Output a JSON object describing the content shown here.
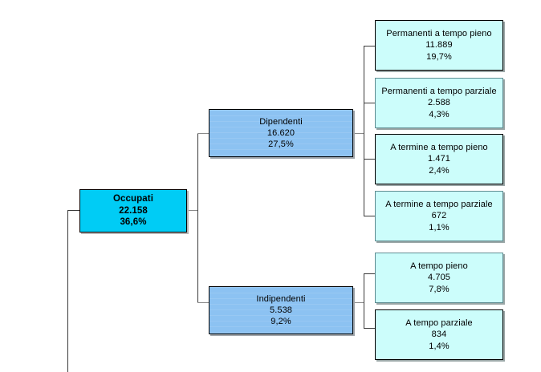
{
  "chart_data": {
    "type": "tree",
    "title": "",
    "orientation": "left-to-right",
    "unit_note": "",
    "nodes": [
      {
        "id": "occupati",
        "label": "Occupati",
        "value": "22.158",
        "percent": "36,6%",
        "level": 1,
        "color": "#00ccf5",
        "parent": null
      },
      {
        "id": "dipendenti",
        "label": "Dipendenti",
        "value": "16.620",
        "percent": "27,5%",
        "level": 2,
        "color": "#8cc2f2",
        "parent": "occupati"
      },
      {
        "id": "indipendenti",
        "label": "Indipendenti",
        "value": "5.538",
        "percent": "9,2%",
        "level": 2,
        "color": "#8cc2f2",
        "parent": "occupati"
      },
      {
        "id": "perm-pieno",
        "label": "Permanenti a tempo pieno",
        "value": "11.889",
        "percent": "19,7%",
        "level": 3,
        "color": "#ccfdfb",
        "parent": "dipendenti"
      },
      {
        "id": "perm-parziale",
        "label": "Permanenti a tempo parziale",
        "value": "2.588",
        "percent": "4,3%",
        "level": 3,
        "color": "#ccfdfb",
        "parent": "dipendenti"
      },
      {
        "id": "term-pieno",
        "label": "A termine a tempo pieno",
        "value": "1.471",
        "percent": "2,4%",
        "level": 3,
        "color": "#ccfdfb",
        "parent": "dipendenti"
      },
      {
        "id": "term-parziale",
        "label": "A termine a tempo parziale",
        "value": "672",
        "percent": "1,1%",
        "level": 3,
        "color": "#ccfdfb",
        "parent": "dipendenti"
      },
      {
        "id": "indip-pieno",
        "label": "A tempo pieno",
        "value": "4.705",
        "percent": "7,8%",
        "level": 3,
        "color": "#ccfdfb",
        "parent": "indipendenti"
      },
      {
        "id": "indip-parziale",
        "label": "A tempo parziale",
        "value": "834",
        "percent": "1,4%",
        "level": 3,
        "color": "#ccfdfb",
        "parent": "indipendenti"
      }
    ]
  },
  "tree": {
    "root": {
      "label": "Occupati",
      "value": "22.158",
      "percent": "36,6%"
    },
    "branches": {
      "dipendenti": {
        "label": "Dipendenti",
        "value": "16.620",
        "percent": "27,5%"
      },
      "indipendenti": {
        "label": "Indipendenti",
        "value": "5.538",
        "percent": "9,2%"
      }
    },
    "leaves": {
      "perm_pieno": {
        "label": "Permanenti a tempo pieno",
        "value": "11.889",
        "percent": "19,7%"
      },
      "perm_parziale": {
        "label": "Permanenti a tempo parziale",
        "value": "2.588",
        "percent": "4,3%"
      },
      "term_pieno": {
        "label": "A termine a tempo pieno",
        "value": "1.471",
        "percent": "2,4%"
      },
      "term_parziale": {
        "label": "A termine a tempo parziale",
        "value": "672",
        "percent": "1,1%"
      },
      "indip_pieno": {
        "label": "A tempo pieno",
        "value": "4.705",
        "percent": "7,8%"
      },
      "indip_parziale": {
        "label": "A tempo parziale",
        "value": "834",
        "percent": "1,4%"
      }
    }
  },
  "colors": {
    "root_fill": "#00ccf5",
    "branch_fill": "#8cc2f2",
    "leaf_fill": "#ccfdfb",
    "border": "#000000",
    "connector": "#3a3a3a",
    "background": "#ffffff"
  }
}
